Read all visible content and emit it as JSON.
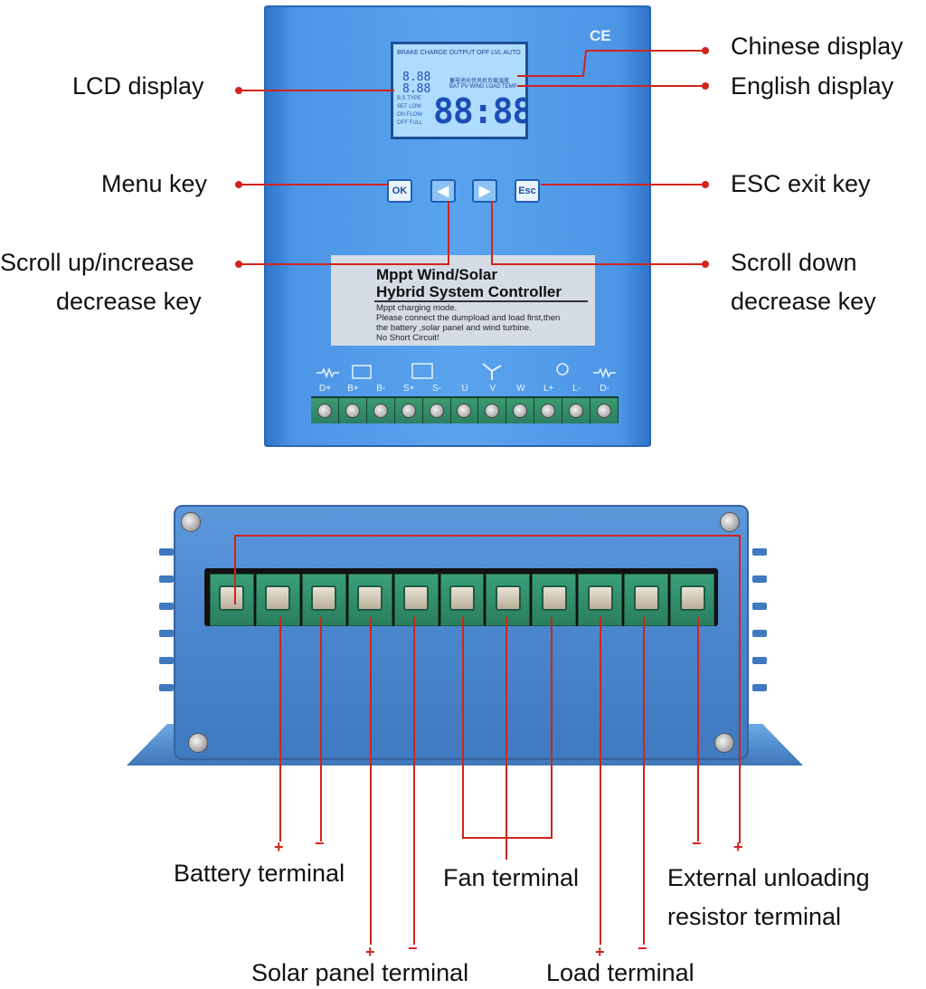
{
  "callouts": {
    "lcd_display": "LCD display",
    "chinese_display": "Chinese display",
    "english_display": "English display",
    "menu_key": "Menu key",
    "esc_exit_key": "ESC exit key",
    "scroll_up_line1": "Scroll up/increase",
    "scroll_up_line2": "decrease key",
    "scroll_down_line1": "Scroll down",
    "scroll_down_line2": "decrease key"
  },
  "device_top": {
    "ce_mark": "CE",
    "lcd": {
      "top_row": "BRAKE  CHARGE  OUTPUT  OFF LVL AUTO",
      "chinese_row": "蓄电池光伏风机负载温度",
      "english_row": "BAT PV WIND LOAD TEMP",
      "pw_value": "8.88",
      "pv_value": "8.88",
      "main_digits": "88:88",
      "side_text": [
        "B.S TYPE",
        "SET LOW",
        "ON  FLOW",
        "OFF FULL"
      ]
    },
    "keys": {
      "ok": "OK",
      "left": "◀",
      "right": "▶",
      "esc": "Esc"
    },
    "product_label": {
      "title_line1": "Mppt Wind/Solar",
      "title_line2": "Hybrid System Controller",
      "body_lines": [
        "Mppt charging mode.",
        "Please connect the dumpload and load first,then",
        "the battery ,solar panel and wind turbine.",
        "No Short Circuit!"
      ]
    },
    "terminal_labels": [
      "D+",
      "B+",
      "B-",
      "S+",
      "S-",
      "U",
      "V",
      "W",
      "L+",
      "L-",
      "D-"
    ]
  },
  "bottom_labels": {
    "battery_terminal": "Battery terminal",
    "fan_terminal": "Fan terminal",
    "external_line1": "External unloading",
    "external_line2": "resistor terminal",
    "solar_panel_terminal": "Solar panel terminal",
    "load_terminal": "Load terminal",
    "plus": "+",
    "minus": "−"
  },
  "colors": {
    "callout_line": "#d0241c",
    "housing": "#4d96e6",
    "terminal_green": "#2c8060"
  }
}
